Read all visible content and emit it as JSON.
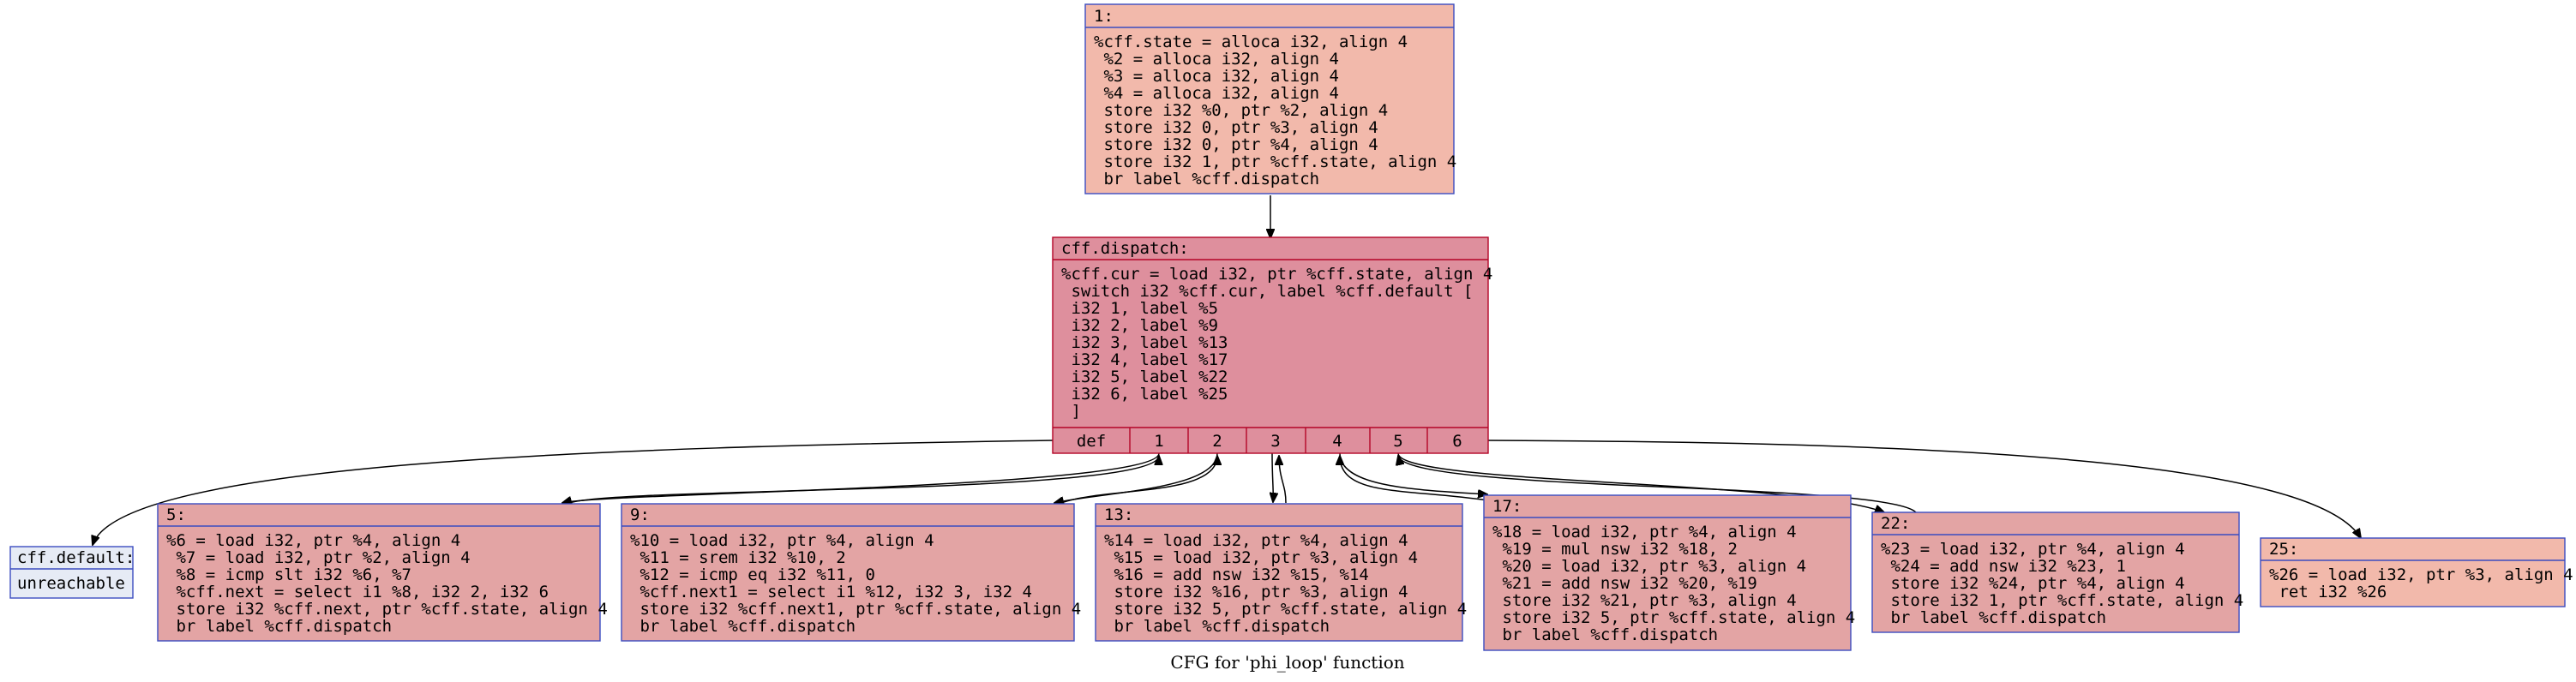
{
  "caption": "CFG for 'phi_loop' function",
  "nodes": {
    "n1": {
      "header": "1:",
      "lines": [
        "%cff.state = alloca i32, align 4",
        " %2 = alloca i32, align 4",
        " %3 = alloca i32, align 4",
        " %4 = alloca i32, align 4",
        " store i32 %0, ptr %2, align 4",
        " store i32 0, ptr %3, align 4",
        " store i32 0, ptr %4, align 4",
        " store i32 1, ptr %cff.state, align 4",
        " br label %cff.dispatch"
      ],
      "fill": "#f2b9ab"
    },
    "dispatch": {
      "header": "cff.dispatch:",
      "lines": [
        "%cff.cur = load i32, ptr %cff.state, align 4",
        " switch i32 %cff.cur, label %cff.default [",
        " i32 1, label %5",
        " i32 2, label %9",
        " i32 3, label %13",
        " i32 4, label %17",
        " i32 5, label %22",
        " i32 6, label %25",
        " ]"
      ],
      "ports": [
        "def",
        "1",
        "2",
        "3",
        "4",
        "5",
        "6"
      ],
      "fill": "#de8f9d"
    },
    "default": {
      "header": "cff.default:",
      "lines": [
        "unreachable"
      ],
      "fill": "#e6ebf5"
    },
    "n5": {
      "header": "5:",
      "lines": [
        "%6 = load i32, ptr %4, align 4",
        " %7 = load i32, ptr %2, align 4",
        " %8 = icmp slt i32 %6, %7",
        " %cff.next = select i1 %8, i32 2, i32 6",
        " store i32 %cff.next, ptr %cff.state, align 4",
        " br label %cff.dispatch"
      ],
      "fill": "#e3a4a4"
    },
    "n9": {
      "header": "9:",
      "lines": [
        "%10 = load i32, ptr %4, align 4",
        " %11 = srem i32 %10, 2",
        " %12 = icmp eq i32 %11, 0",
        " %cff.next1 = select i1 %12, i32 3, i32 4",
        " store i32 %cff.next1, ptr %cff.state, align 4",
        " br label %cff.dispatch"
      ],
      "fill": "#e3a4a4"
    },
    "n13": {
      "header": "13:",
      "lines": [
        "%14 = load i32, ptr %4, align 4",
        " %15 = load i32, ptr %3, align 4",
        " %16 = add nsw i32 %15, %14",
        " store i32 %16, ptr %3, align 4",
        " store i32 5, ptr %cff.state, align 4",
        " br label %cff.dispatch"
      ],
      "fill": "#e3a4a4"
    },
    "n17": {
      "header": "17:",
      "lines": [
        "%18 = load i32, ptr %4, align 4",
        " %19 = mul nsw i32 %18, 2",
        " %20 = load i32, ptr %3, align 4",
        " %21 = add nsw i32 %20, %19",
        " store i32 %21, ptr %3, align 4",
        " store i32 5, ptr %cff.state, align 4",
        " br label %cff.dispatch"
      ],
      "fill": "#e3a4a4"
    },
    "n22": {
      "header": "22:",
      "lines": [
        "%23 = load i32, ptr %4, align 4",
        " %24 = add nsw i32 %23, 1",
        " store i32 %24, ptr %4, align 4",
        " store i32 1, ptr %cff.state, align 4",
        " br label %cff.dispatch"
      ],
      "fill": "#e3a4a4"
    },
    "n25": {
      "header": "25:",
      "lines": [
        "%26 = load i32, ptr %3, align 4",
        " ret i32 %26"
      ],
      "fill": "#f2b9ab"
    }
  }
}
